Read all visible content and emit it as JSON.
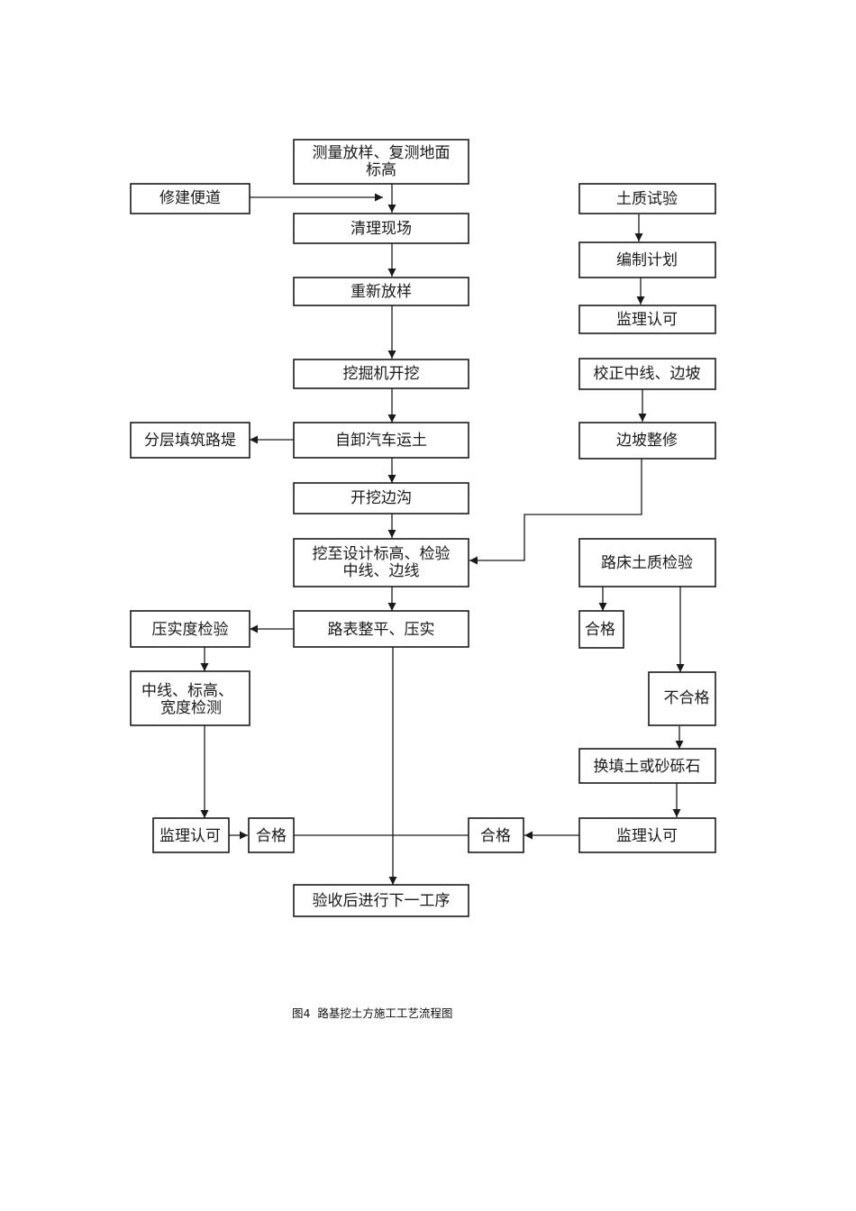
{
  "diagram": {
    "nodes": {
      "survey": [
        "测量放样、复测地面",
        "标高"
      ],
      "access_road": "修建便道",
      "clear_site": "清理现场",
      "restake": "重新放样",
      "excavator": "挖掘机开挖",
      "dump_truck": "自卸汽车运土",
      "layered_fill": "分层填筑路堤",
      "side_ditch": "开挖边沟",
      "to_design": [
        "挖至设计标高、检验",
        "中线、边线"
      ],
      "level_compact": "路表整平、压实",
      "compaction_test": "压实度检验",
      "centerline_check": [
        "中线、标高、",
        "宽度检测"
      ],
      "supervisor_left": "监理认可",
      "pass_left": "合格",
      "pass_right": "合格",
      "next_process": "验收后进行下一工序",
      "soil_test": "土质试验",
      "plan": "编制计划",
      "supervisor_top": "监理认可",
      "correct_slope": "校正中线、边坡",
      "slope_trim": "边坡整修",
      "subgrade_test": "路床土质检验",
      "pass_subgrade": "合格",
      "fail_subgrade": "不合格",
      "replace_fill": "换填土或砂砾石",
      "supervisor_bottom": "监理认可"
    },
    "caption": "图4  路基挖土方施工工艺流程图",
    "line_color": "#1a1a1a"
  }
}
